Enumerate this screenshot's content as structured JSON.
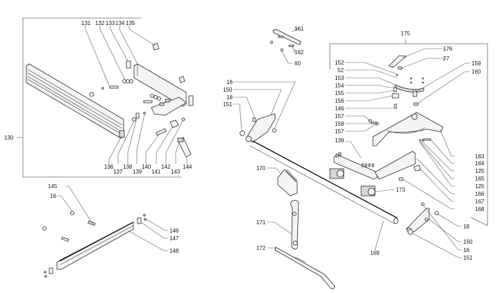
{
  "diagram": {
    "title": "Exploded parts diagram - rip fence, rail, miter gauge and accessories",
    "groups": {
      "rip_fence": {
        "group_label": "130",
        "parts": [
          "131",
          "132",
          "133",
          "134",
          "135",
          "136",
          "137",
          "138",
          "139",
          "140",
          "141",
          "142",
          "143",
          "144"
        ]
      },
      "rear_rail": {
        "parts": [
          "145",
          "16",
          "146",
          "147",
          "148"
        ]
      },
      "bracket_top": {
        "parts": [
          "161",
          "162",
          "60"
        ]
      },
      "left_support": {
        "parts": [
          "16",
          "150",
          "18",
          "151"
        ]
      },
      "miter_gauge": {
        "group_label": "175",
        "parts": [
          "176",
          "27",
          "152",
          "52",
          "153",
          "154",
          "155",
          "156",
          "146",
          "157",
          "158",
          "157",
          "159",
          "160",
          "139",
          "163",
          "164",
          "125",
          "165",
          "125",
          "166",
          "167",
          "168",
          "173",
          "18",
          "150",
          "16",
          "151"
        ]
      },
      "accessories": {
        "parts": [
          "170",
          "171",
          "172",
          "169"
        ]
      }
    },
    "labels": {
      "l130": "130",
      "l131": "131",
      "l132": "132",
      "l133": "133",
      "l134": "134",
      "l135": "135",
      "l136": "136",
      "l137": "137",
      "l138": "138",
      "l139a": "139",
      "l140": "140",
      "l141": "141",
      "l142": "142",
      "l143": "143",
      "l144": "144",
      "l145": "145",
      "l16a": "16",
      "l146a": "146",
      "l147": "147",
      "l148": "148",
      "l161": "161",
      "l162": "162",
      "l60": "60",
      "l16b": "16",
      "l150a": "150",
      "l18a": "18",
      "l151a": "151",
      "l175": "175",
      "l176": "176",
      "l27": "27",
      "l152": "152",
      "l52": "52",
      "l153": "153",
      "l154": "154",
      "l155": "155",
      "l156": "156",
      "l146b": "146",
      "l157a": "157",
      "l158": "158",
      "l157b": "157",
      "l159": "159",
      "l160": "160",
      "l139b": "139",
      "l163": "163",
      "l164": "164",
      "l125a": "125",
      "l165": "165",
      "l125b": "125",
      "l166": "166",
      "l167": "167",
      "l168": "168",
      "l173": "173",
      "l18b": "18",
      "l150b": "150",
      "l16c": "16",
      "l151b": "151",
      "l170": "170",
      "l171": "171",
      "l172": "172",
      "l169": "169"
    }
  }
}
